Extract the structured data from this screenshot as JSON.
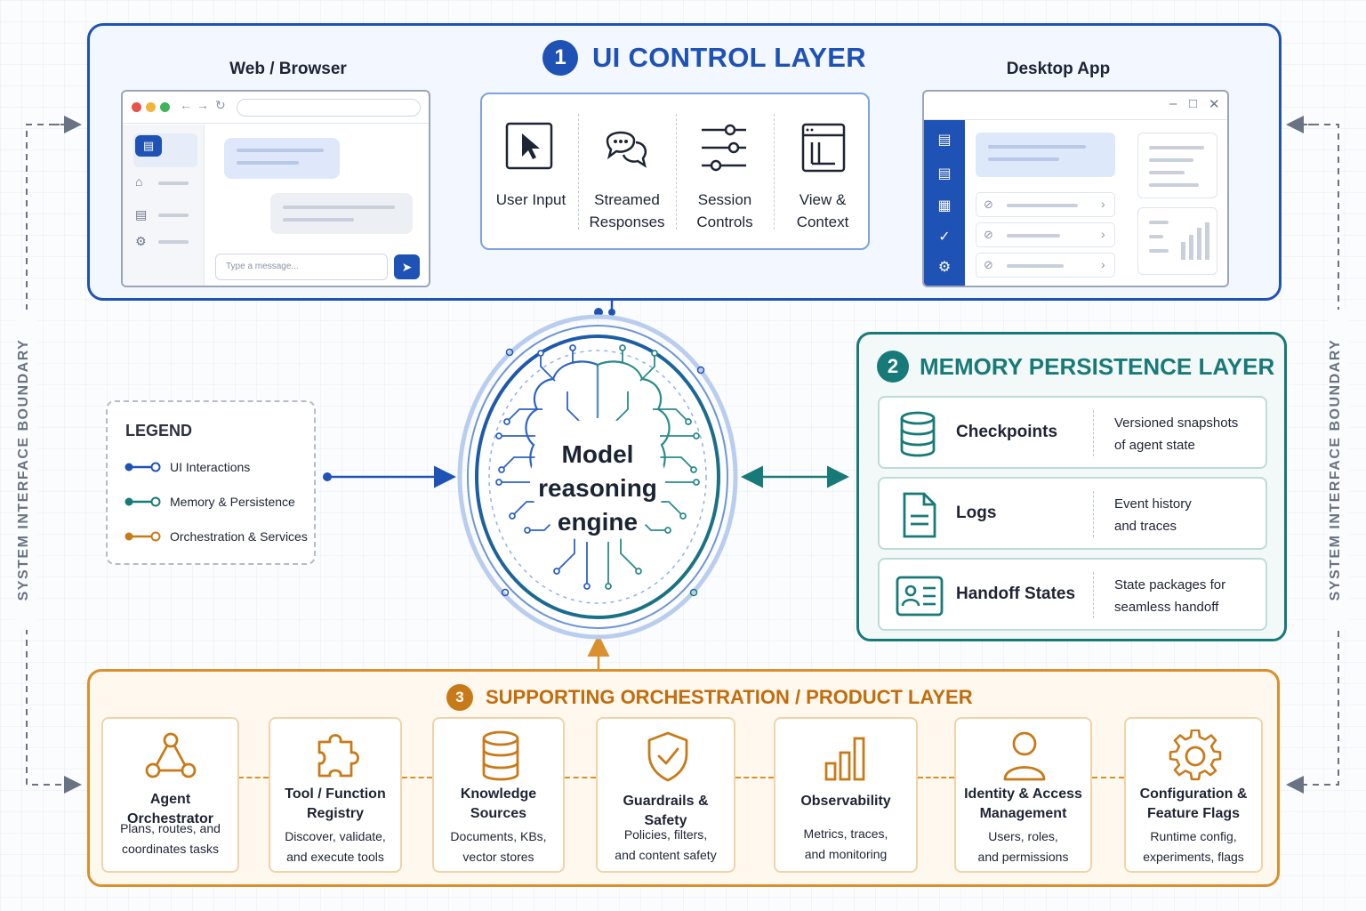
{
  "boundary": {
    "label": "SYSTEM INTERFACE BOUNDARY"
  },
  "colors": {
    "ui_blue": "#1f52b5",
    "memory_teal": "#187a78",
    "orchestration_orange": "#d9902d",
    "boundary_gray": "#6a7383"
  },
  "ui_layer": {
    "number": "1",
    "title": "UI CONTROL LAYER",
    "web_label": "Web / Browser",
    "desktop_label": "Desktop App",
    "browser": {
      "message_placeholder": "Type a message...",
      "icons": [
        "chat-icon",
        "home-icon",
        "document-icon",
        "gear-icon",
        "send-icon"
      ]
    },
    "desktop": {
      "icons": [
        "chat-icon",
        "document-icon",
        "grid-icon",
        "chart-check-icon",
        "gear-icon"
      ]
    },
    "features": [
      {
        "icon": "cursor-icon",
        "label_line1": "User Input",
        "label_line2": ""
      },
      {
        "icon": "chat-bubbles-icon",
        "label_line1": "Streamed",
        "label_line2": "Responses"
      },
      {
        "icon": "sliders-icon",
        "label_line1": "Session",
        "label_line2": "Controls"
      },
      {
        "icon": "window-icon",
        "label_line1": "View &",
        "label_line2": "Context"
      }
    ]
  },
  "legend": {
    "title": "LEGEND",
    "items": [
      {
        "label": "UI Interactions",
        "color": "#1f52b5"
      },
      {
        "label": "Memory & Persistence",
        "color": "#187a78"
      },
      {
        "label": "Orchestration & Services",
        "color": "#c97a18"
      }
    ]
  },
  "engine": {
    "line1": "Model",
    "line2": "reasoning",
    "line3": "engine",
    "icon": "brain-circuit-icon"
  },
  "memory_layer": {
    "number": "2",
    "title": "MEMORY PERSISTENCE LAYER",
    "items": [
      {
        "icon": "database-icon",
        "name": "Checkpoints",
        "desc_line1": "Versioned snapshots",
        "desc_line2": "of agent state"
      },
      {
        "icon": "document-icon",
        "name": "Logs",
        "desc_line1": "Event history",
        "desc_line2": "and traces"
      },
      {
        "icon": "id-card-icon",
        "name": "Handoff States",
        "desc_line1": "State packages for",
        "desc_line2": "seamless handoff"
      }
    ]
  },
  "orchestration_layer": {
    "number": "3",
    "title": "SUPPORTING ORCHESTRATION / PRODUCT LAYER",
    "items": [
      {
        "icon": "network-nodes-icon",
        "name_line1": "Agent Orchestrator",
        "name_line2": "",
        "desc_line1": "Plans, routes, and",
        "desc_line2": "coordinates tasks"
      },
      {
        "icon": "puzzle-icon",
        "name_line1": "Tool / Function",
        "name_line2": "Registry",
        "desc_line1": "Discover, validate,",
        "desc_line2": "and execute tools"
      },
      {
        "icon": "database-icon",
        "name_line1": "Knowledge",
        "name_line2": "Sources",
        "desc_line1": "Documents, KBs,",
        "desc_line2": "vector stores"
      },
      {
        "icon": "shield-check-icon",
        "name_line1": "Guardrails & Safety",
        "name_line2": "",
        "desc_line1": "Policies, filters,",
        "desc_line2": "and content safety"
      },
      {
        "icon": "bar-chart-icon",
        "name_line1": "Observability",
        "name_line2": "",
        "desc_line1": "Metrics, traces,",
        "desc_line2": "and monitoring"
      },
      {
        "icon": "user-icon",
        "name_line1": "Identity & Access",
        "name_line2": "Management",
        "desc_line1": "Users, roles,",
        "desc_line2": "and permissions"
      },
      {
        "icon": "gear-icon",
        "name_line1": "Configuration &",
        "name_line2": "Feature Flags",
        "desc_line1": "Runtime config,",
        "desc_line2": "experiments, flags"
      }
    ]
  }
}
